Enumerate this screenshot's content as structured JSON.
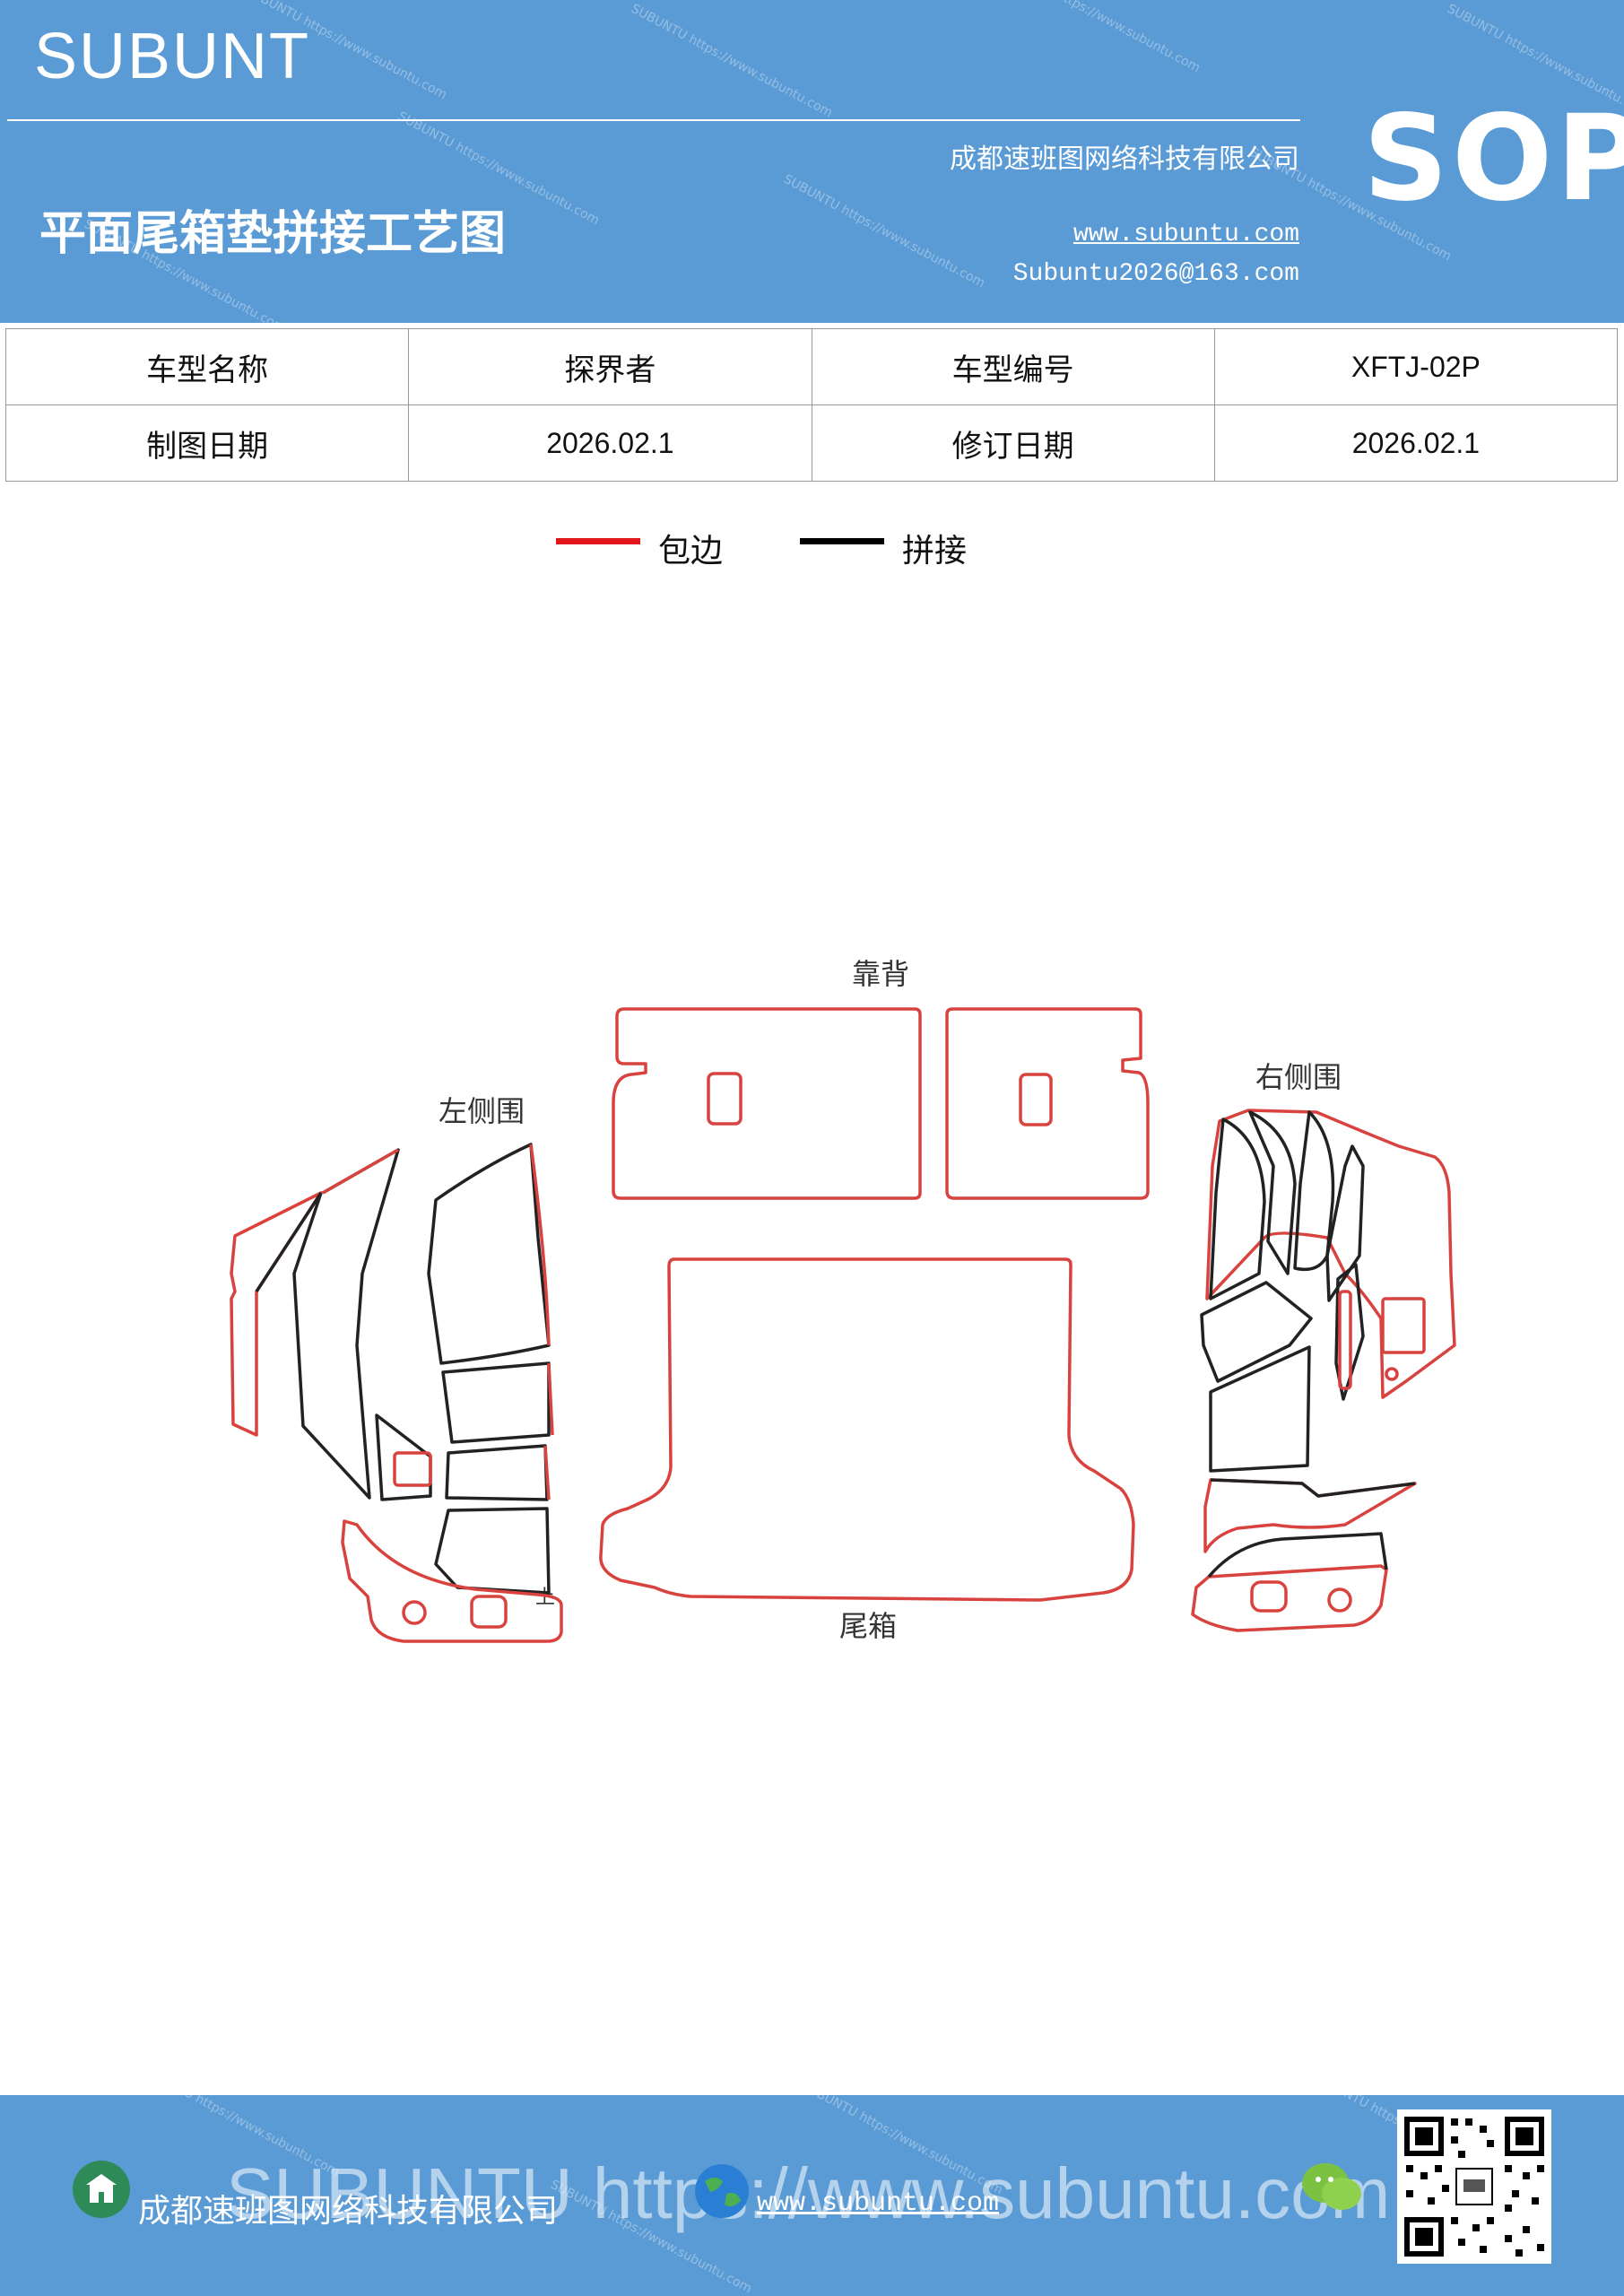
{
  "header": {
    "brand": "SUBUNT",
    "title": "平面尾箱垫拼接工艺图",
    "company": "成都速班图网络科技有限公司",
    "website": "www.subuntu.com",
    "email": "Subuntu2026@163.com",
    "badge": "SOP",
    "watermark_text": "SUBUNTU https://www.subuntu.com"
  },
  "info": {
    "row1": {
      "label1": "车型名称",
      "value1": "探界者",
      "label2": "车型编号",
      "value2": "XFTJ-02P"
    },
    "row2": {
      "label1": "制图日期",
      "value1": "2026.02.1",
      "label2": "修订日期",
      "value2": "2026.02.1"
    }
  },
  "legend": {
    "items": [
      {
        "label": "包边",
        "color": "#e0161b"
      },
      {
        "label": "拼接",
        "color": "#000000"
      }
    ]
  },
  "diagram": {
    "labels": {
      "backrest": "靠背",
      "left_side": "左侧围",
      "right_side": "右侧围",
      "trunk": "尾箱",
      "mark_up": "上"
    }
  },
  "footer": {
    "company": "成都速班图网络科技有限公司",
    "website": "www.subuntu.com",
    "watermark": "SUBUNTU https://www.subuntu.com",
    "icons": [
      "building-icon",
      "globe-icon",
      "wechat-icon",
      "qr-code"
    ]
  }
}
